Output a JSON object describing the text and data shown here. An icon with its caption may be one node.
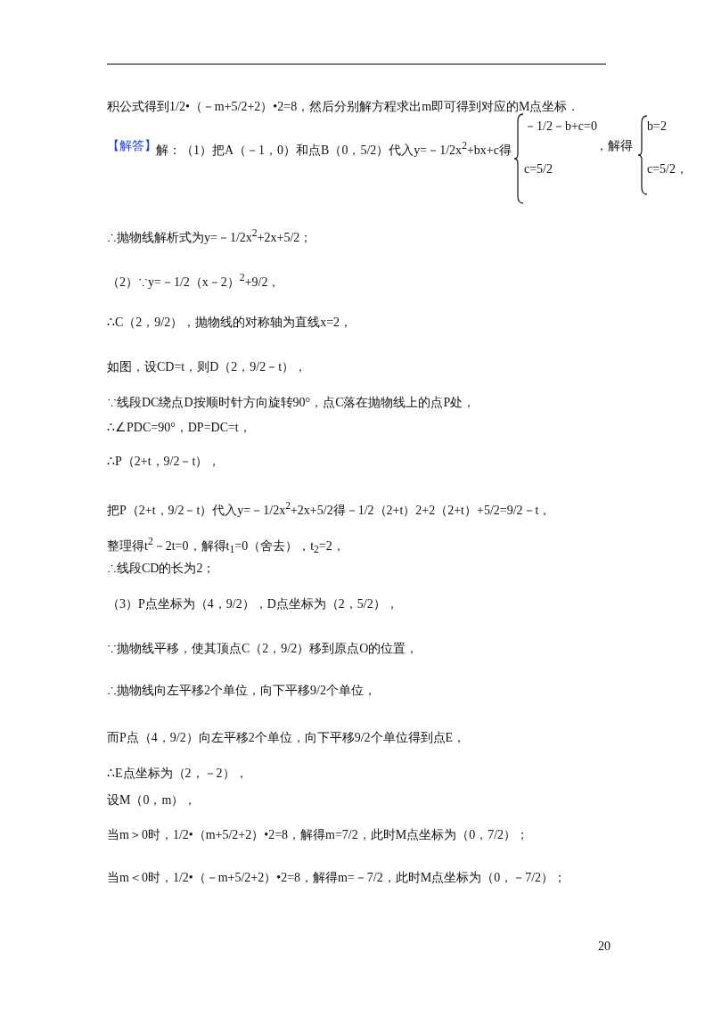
{
  "diagram": {
    "labels": [
      "积公式得到1/2•（－m+5/2+2）•2=8，然后分别解方程求出m即可得到对应的M点坐标．",
      "【解答】",
      "解：（1）把A（－1，0）和点B（0，5/2）代入y=－1/2x$^{2}$+bx+c得",
      "－1/2－b+c=0",
      "c=5/2",
      "，解得",
      "b=2",
      "c=5/2，",
      "∴抛物线解析式为y=－1/2x$^{2}$+2x+5/2；",
      "（2）∵y=－1/2（x－2）$^{2}$+9/2，",
      "∴C（2，9/2），抛物线的对称轴为直线x=2，",
      "如图，设CD=t，则D（2，9/2－t），",
      "∵线段DC绕点D按顺时针方向旋转90°，点C落在抛物线上的点P处，",
      "∴∠PDC=90°，DP=DC=t，",
      "∴P（2+t，9/2－t），",
      "把P（2+t，9/2－t）代入y=－1/2x$^{2}$+2x+5/2得－1/2（2+t）2+2（2+t）+5/2=9/2－t，",
      "整理得t$^{2}$－2t=0，解得t$_{1}$=0（舍去），t$_{2}$=2，",
      "∴线段CD的长为2；",
      "（3）P点坐标为（4，9/2），D点坐标为（2，5/2），",
      "∵抛物线平移，使其顶点C（2，9/2）移到原点O的位置，",
      "∴抛物线向左平移2个单位，向下平移9/2个单位，",
      "而P点（4，9/2）向左平移2个单位，向下平移9/2个单位得到点E，",
      "∴E点坐标为（2，－2），",
      "设M（0，m），",
      "当m＞0时，1/2•（m+5/2+2）•2=8，解得m=7/2，此时M点坐标为（0，7/2）；",
      "当m＜0时，1/2•（－m+5/2+2）•2=8，解得m=－7/2，此时M点坐标为（0，－7/2）；",
      "20"
    ]
  }
}
